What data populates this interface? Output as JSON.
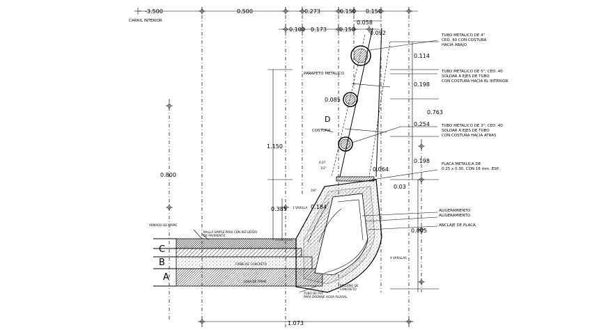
{
  "dimensions": {
    "top_neg_3500": "-3.500",
    "top_0500": "0.500",
    "top_0273": "0.273",
    "top_0150a": "0.150",
    "top_0150b": "0.150",
    "top_0058": "0.058",
    "top_0100": "0.100",
    "top_0173": "0.173",
    "top_0150c": "0.150",
    "top_0092": "0.092",
    "right_0114": "0.114",
    "right_0198a": "0.198",
    "right_0763": "0.763",
    "right_0254": "0.254",
    "right_0198b": "0.198",
    "right_0064": "0.064",
    "right_003": "0.03",
    "right_0805": "0.805",
    "right_0085": "0.085",
    "left_1150": "1.150",
    "left_0800": "0.800",
    "left_0385": "0.385",
    "left_0184": "0.184",
    "bottom_1073": "1.073"
  },
  "labels": {
    "carril_interior": "CARRIL INTERIOR",
    "parapeto": "PARAPETO METALICO",
    "costura": "COSTURA",
    "armado_firme": "ARMADO DE FIRME",
    "varilla_l": "1 VARILLA",
    "varilla_r": "4 VARILLAS",
    "marker_d": "D",
    "axis_c": "C",
    "axis_b": "B",
    "axis_a": "A",
    "alig1": "ALIGERAMIENTO",
    "alig2": "ALIGERAMIENTO",
    "anclaje": "ANCLAJE DE PLACA",
    "ann_1": "1/2\"",
    "ann_2": "3/8\"",
    "ann_3": "0.07"
  },
  "notes": {
    "tubo4_l1": "TUBO METALICO DE 4\"",
    "tubo4_l2": "CED. 40 CON COSTURA",
    "tubo4_l3": "HACIA ABAJO",
    "tubo5_l1": "TUBO METALICO DE 5\"; CED. 40",
    "tubo5_l2": "SOLDAR A EJES DE TUBO",
    "tubo5_l3": "CON COSTURA HACIA EL INTERIOR",
    "tubo3_l1": "TUBO METALICO DE 3\"; CED. 40",
    "tubo3_l2": "SOLDAR A EJES DE TUBO",
    "tubo3_l3": "CON COSTURA HACIA ATRAS",
    "placa_l1": "PLACA METALICA DE",
    "placa_l2": "0.25 x 0.30,  CON 18 mm. ESP.",
    "malla_l1": "MALLA SIMPLE PARA CON REFUERZO",
    "malla_l2": "DE PAVIMENTO",
    "firme": "FIRME DE CONCRETO",
    "losa": "LOSA DE FIRME",
    "tubo_pvc_l1": "TUBO DE PVC",
    "tubo_pvc_l2": "PARA DRENAJE AGUA PLUVIAL",
    "relleno_l1": "RELLENO DE",
    "relleno_l2": "CONCRETO"
  }
}
